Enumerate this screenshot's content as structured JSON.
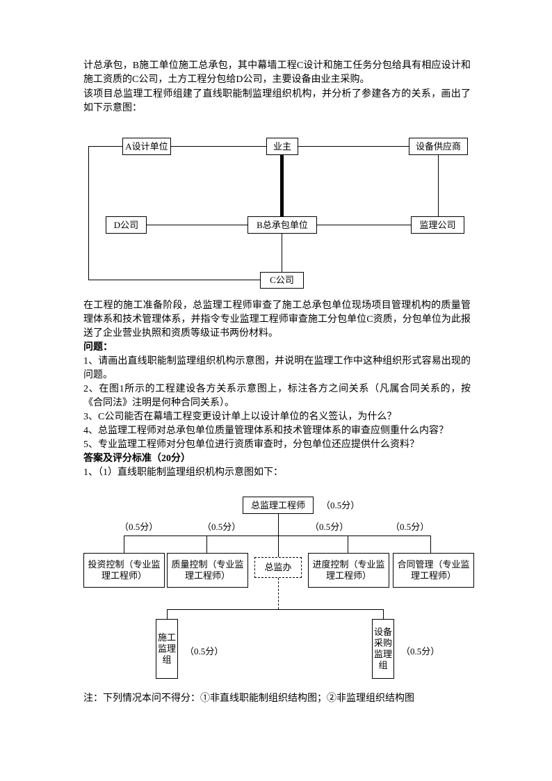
{
  "document": {
    "intro1": "计总承包，B施工单位施工总承包，其中幕墙工程C设计和施工任务分包给具有相应设计和施工资质的C公司，土方工程分包给D公司，主要设备由业主采购。",
    "intro2": "该项目总监理工程师组建了直线职能制监理组织机构，并分析了参建各方的关系，画出了如下示意图：",
    "prep": "在工程的施工准备阶段，总监理工程师审查了施工总承包单位现场项目管理机构的质量管理体系和技术管理体系，并指令专业监理工程师审查施工分包单位C资质，分包单位为此报送了企业营业执照和资质等级证书两份材料。",
    "questions_heading": "问题：",
    "questions": [
      "1、请画出直线职能制监理组织机构示意图，并说明在监理工作中这种组织形式容易出现的问题。",
      "2、在图1所示的工程建设各方关系示意图上，标注各方之间关系（凡属合同关系的，按《合同法》注明是何种合同关系）。",
      "3、C公司能否在幕墙工程变更设计单上以设计单位的名义签认，为什么？",
      "4、总监理工程师对总承包单位质量管理体系和技术管理体系的审查应侧重什么内容？",
      "5、专业监理工程师对分包单位进行资质审查时，分包单位还应提供什么资料？"
    ],
    "answer_heading": "答案及评分标准（20分）",
    "answer_intro": "1、（1）直线职能制监理组织机构示意图如下：",
    "note": "注：下列情况本问不得分：①非直线职能制组织结构图；②非监理组织结构图"
  },
  "diagram1": {
    "design_unit": "A设计单位",
    "owner": "业主",
    "equipment_supplier": "设备供应商",
    "d_company": "D公司",
    "general_contractor": "B总承包单位",
    "supervision_company": "监理公司",
    "c_company": "C公司"
  },
  "diagram2": {
    "chief_engineer": "总监理工程师",
    "score": "（0.5分）",
    "investment_control": "投资控制（专业监理工程师）",
    "quality_control": "质量控制（专业监理工程师）",
    "chief_office": "总监办",
    "progress_control": "进度控制（专业监理工程师）",
    "contract_management": "合同管理（专业监理工程师）",
    "construction_group": "施工监理组",
    "equipment_group": "设备采购监理组"
  }
}
